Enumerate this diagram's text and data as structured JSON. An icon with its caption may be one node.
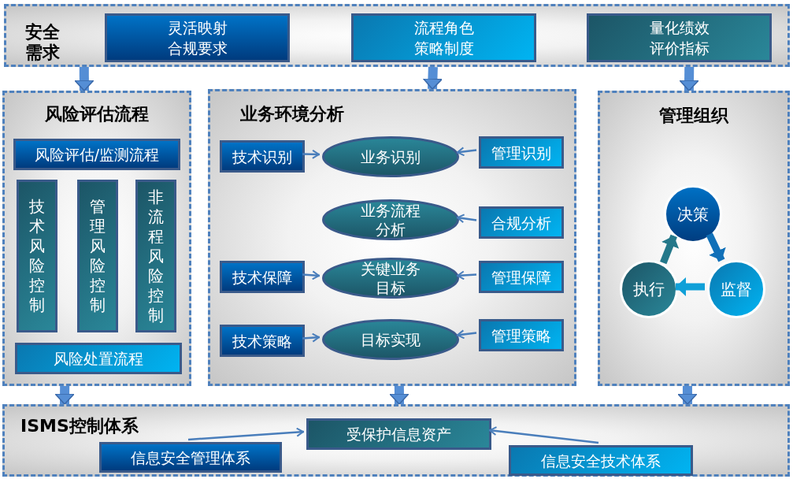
{
  "diagram": {
    "nodes": [
      {
        "text": [
          "安全需求"
        ]
      },
      {
        "text": [
          "灵活映射合规要求"
        ],
        "in": 0
      },
      {
        "text": [
          "流程角色策略制度"
        ],
        "in": 0
      },
      {
        "text": [
          "量化绩效评价指标"
        ],
        "in": 0
      },
      {
        "text": [
          "风险评估流程"
        ]
      },
      {
        "text": [
          "风险评估/监测流程"
        ],
        "in": 4
      },
      {
        "text": [
          "技术风险控制"
        ],
        "in": 4
      },
      {
        "text": [
          "管理风险控制"
        ],
        "in": 4
      },
      {
        "text": [
          "非流程风险控制"
        ],
        "in": 4
      },
      {
        "text": [
          "风险处置流程"
        ],
        "in": 4
      },
      {
        "text": [
          "业务环境分析"
        ]
      },
      {
        "text": [
          "技术识别"
        ],
        "in": 10
      },
      {
        "text": [
          "业务识别"
        ],
        "in": 10
      },
      {
        "text": [
          "管理识别"
        ],
        "in": 10
      },
      {
        "text": [
          "业务流程分析"
        ],
        "in": 10
      },
      {
        "text": [
          "合规分析"
        ],
        "in": 10
      },
      {
        "text": [
          "技术保障"
        ],
        "in": 10
      },
      {
        "text": [
          "关键业务目标"
        ],
        "in": 10
      },
      {
        "text": [
          "管理保障"
        ],
        "in": 10
      },
      {
        "text": [
          "技术策略"
        ],
        "in": 10
      },
      {
        "text": [
          "目标实现"
        ],
        "in": 10
      },
      {
        "text": [
          "管理策略"
        ],
        "in": 10
      },
      {
        "text": [
          "管理组织"
        ]
      },
      {
        "text": [
          "决策"
        ],
        "in": 22
      },
      {
        "text": [
          "监督"
        ],
        "in": 22
      },
      {
        "text": [
          "执行"
        ],
        "in": 22
      },
      {
        "text": [
          "ISMS控制体系"
        ]
      },
      {
        "text": [
          "受保护信息资产"
        ],
        "in": 26
      },
      {
        "text": [
          "信息安全管理体系"
        ],
        "in": 26
      },
      {
        "text": [
          "信息安全技术体系"
        ],
        "in": 26
      }
    ],
    "edges": [
      {
        "from": 0,
        "to": 4,
        "arrow": "to",
        "style": "thick"
      },
      {
        "from": 0,
        "to": 10,
        "arrow": "to",
        "style": "thick"
      },
      {
        "from": 0,
        "to": 22,
        "arrow": "to",
        "style": "thick"
      },
      {
        "from": 4,
        "to": 26,
        "arrow": "to",
        "style": "thick"
      },
      {
        "from": 10,
        "to": 26,
        "arrow": "to",
        "style": "thick"
      },
      {
        "from": 22,
        "to": 26,
        "arrow": "to",
        "style": "thick"
      },
      {
        "from": 11,
        "to": 12,
        "arrow": "to"
      },
      {
        "from": 13,
        "to": 12,
        "arrow": "to"
      },
      {
        "from": 15,
        "to": 14,
        "arrow": "to"
      },
      {
        "from": 16,
        "to": 17,
        "arrow": "to"
      },
      {
        "from": 18,
        "to": 17,
        "arrow": "to"
      },
      {
        "from": 19,
        "to": 20,
        "arrow": "to"
      },
      {
        "from": 21,
        "to": 20,
        "arrow": "to"
      },
      {
        "from": 23,
        "to": 24,
        "arrow": "to",
        "style": "thick",
        "color": "#1070b8"
      },
      {
        "from": 24,
        "to": 25,
        "arrow": "to",
        "style": "thick",
        "color": "#10a0d8"
      },
      {
        "from": 25,
        "to": 23,
        "arrow": "to",
        "style": "thick",
        "color": "#24788a"
      },
      {
        "from": 28,
        "to": 27,
        "arrow": "to"
      },
      {
        "from": 29,
        "to": 27,
        "arrow": "to"
      }
    ]
  }
}
